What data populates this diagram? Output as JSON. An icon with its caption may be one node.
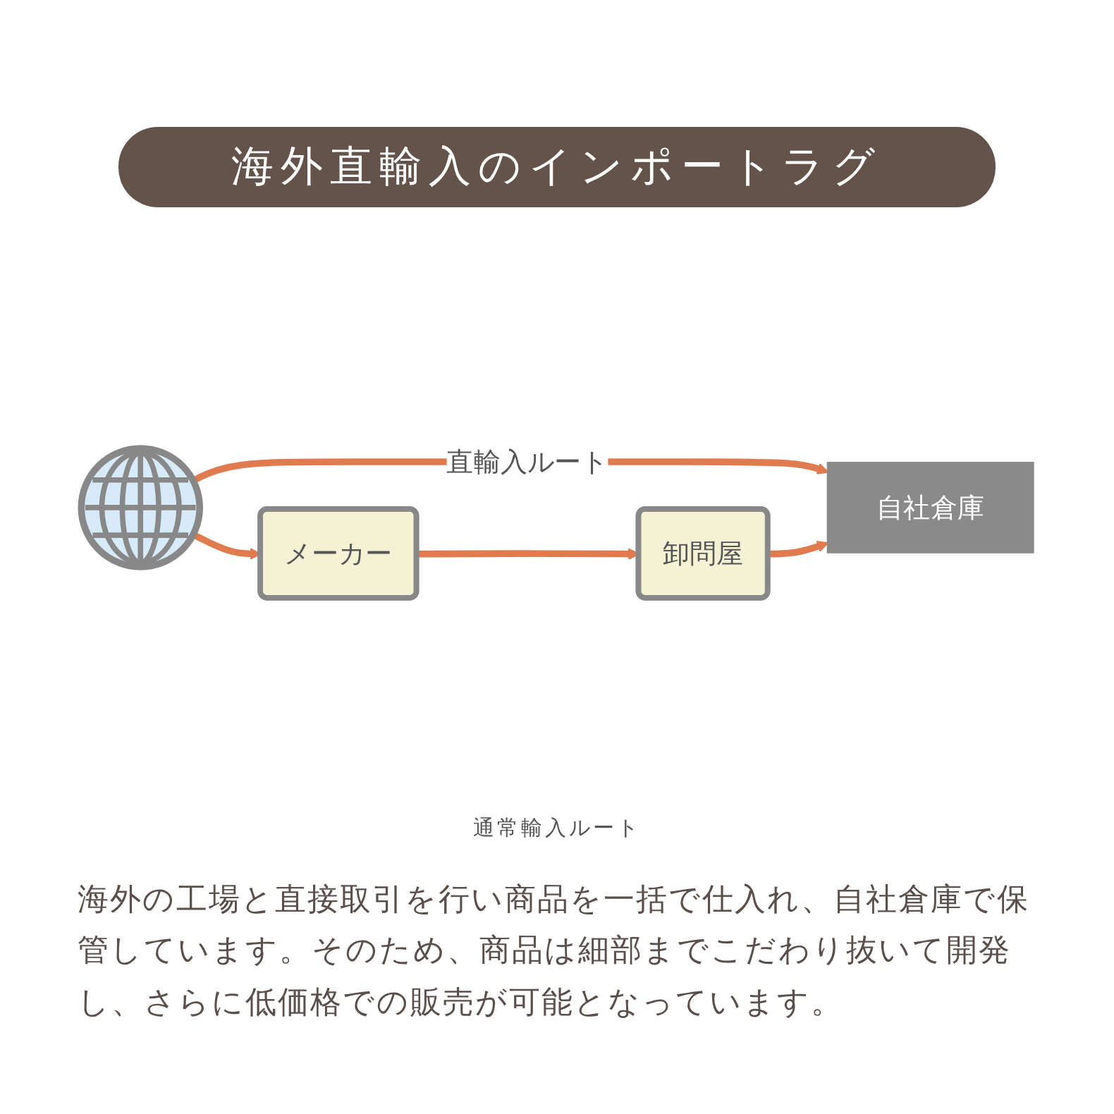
{
  "diagram": {
    "title": "海外直輸入のインポートラグ",
    "nodes": [
      {
        "text": [],
        "shape": "picture"
      },
      {
        "text": [
          "メーカー"
        ]
      },
      {
        "text": [
          "卸問屋"
        ]
      },
      {
        "text": [
          "自社倉庫"
        ]
      }
    ],
    "edges": [
      {
        "from": 0,
        "to": 3,
        "arrow": "to",
        "label": "直輸入ルート"
      },
      {
        "from": 0,
        "to": 1,
        "arrow": "to"
      },
      {
        "from": 1,
        "to": 2,
        "arrow": "to"
      },
      {
        "from": 2,
        "to": 3,
        "arrow": "to"
      }
    ],
    "labels": [
      "通常輸入ルート"
    ],
    "caption": "海外の工場と直接取引を行い商品を一括で仕入れ、自社倉庫で保管しています。そのため、商品は細部までこだわり抜いて開発し、さらに低価格での販売が可能となっています。"
  }
}
